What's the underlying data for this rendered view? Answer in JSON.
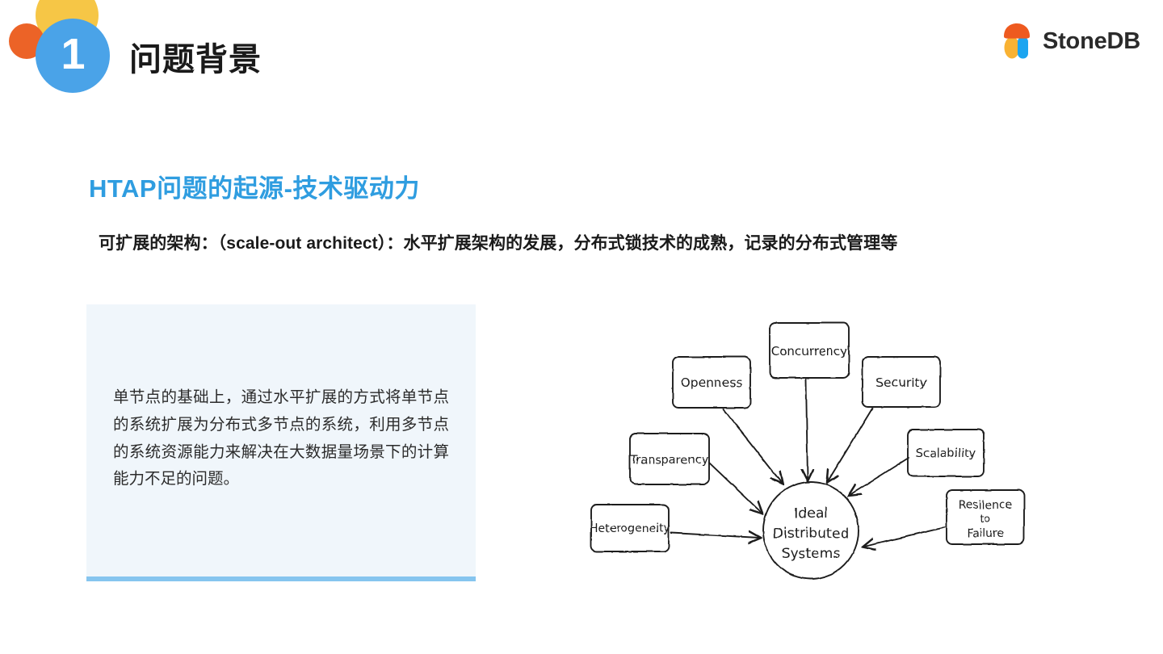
{
  "header": {
    "badge_number": "1",
    "title": "问题背景",
    "deco_colors": {
      "orange": "#ec6327",
      "yellow": "#f6c646",
      "blue": "#4aa3e8"
    }
  },
  "logo": {
    "text": "StoneDB",
    "cap_color": "#ee5a1f",
    "left_stem_color": "#f9b233",
    "right_stem_color": "#1ca5f0"
  },
  "section": {
    "heading": "HTAP问题的起源-技术驱动力",
    "heading_color": "#2f9de0",
    "lead_line": "可扩展的架构：（scale-out architect）：水平扩展架构的发展，分布式锁技术的成熟，记录的分布式管理等"
  },
  "callout": {
    "body": "单节点的基础上，通过水平扩展的方式将单节点的系统扩展为分布式多节点的系统，利用多节点的系统资源能力来解决在大数据量场景下的计算能力不足的问题。",
    "background_color": "#f0f6fb",
    "accent_color": "#86c5ef"
  },
  "diagram": {
    "alt": "hand-drawn diagram of ideal distributed systems properties",
    "center_label_lines": [
      "Ideal",
      "Distributed",
      "Systems"
    ],
    "nodes": [
      {
        "id": "openness",
        "label": "Openness"
      },
      {
        "id": "concurrency",
        "label": "Concurrency"
      },
      {
        "id": "security",
        "label": "Security"
      },
      {
        "id": "transparency",
        "label": "Transparency"
      },
      {
        "id": "scalability",
        "label": "Scalability"
      },
      {
        "id": "heterogeneity",
        "label": "Heterogeneity"
      },
      {
        "id": "resilience",
        "label": "Resilence to Failure"
      }
    ],
    "resilience_lines": [
      "Resilence",
      "to",
      "Failure"
    ]
  }
}
